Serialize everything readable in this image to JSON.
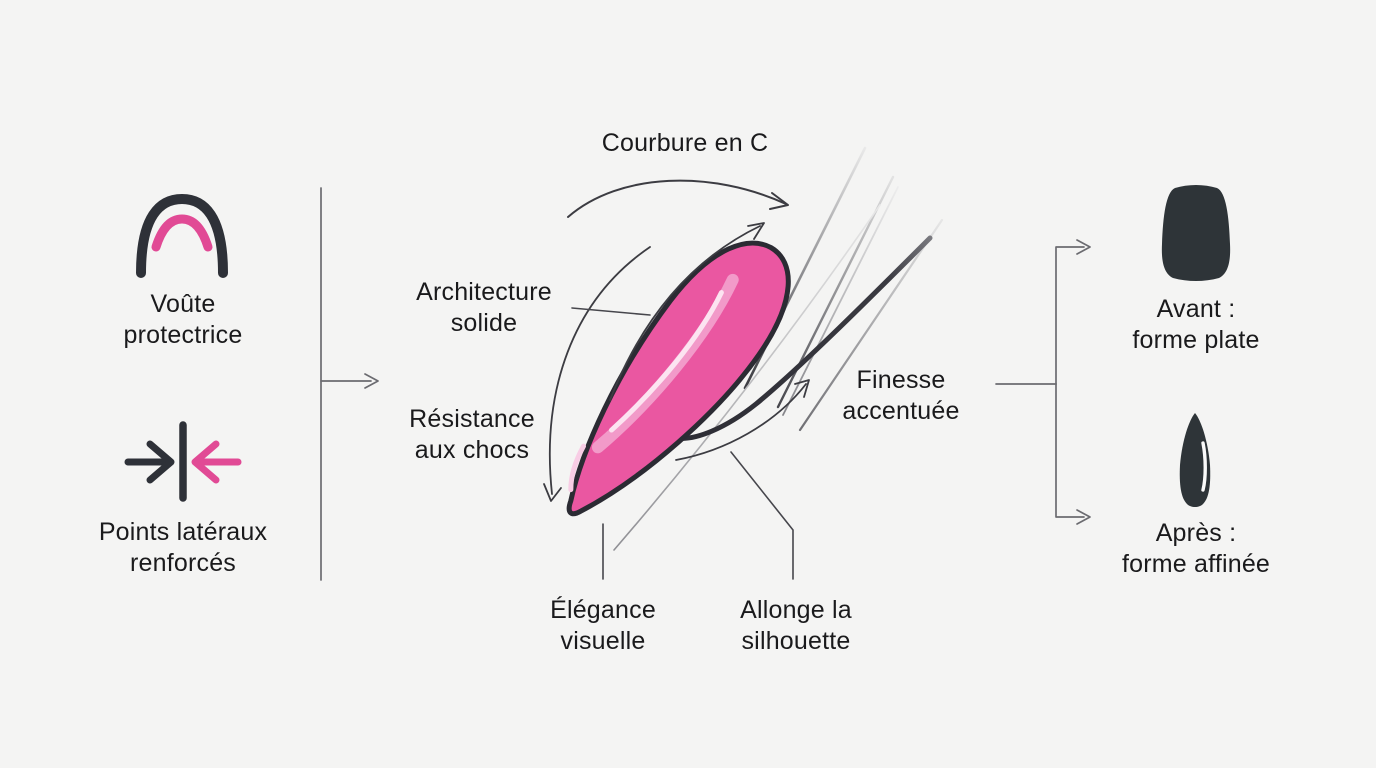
{
  "diagram_title": "Courbure en C",
  "colors": {
    "background": "#f4f4f3",
    "accent_pink": "#e14a95",
    "nail_pink_light": "#ea57a1",
    "nail_pink_dark": "#d63d88",
    "dark_ink": "#2e3138",
    "text": "#1a1a1c",
    "line_gray": "#6b6b70"
  },
  "labels": {
    "curve_title": "Courbure en C",
    "arch": "Voûte\nprotectrice",
    "points": "Points latéraux\nrenforcés",
    "architecture": "Architecture\nsolide",
    "resistance": "Résistance\naux chocs",
    "elegance": "Élégance\nvisuelle",
    "allonge": "Allonge la\nsilhouette",
    "finesse": "Finesse\naccentuée",
    "before": "Avant :\nforme plate",
    "after": "Après :\nforme affinée"
  },
  "left_panel": {
    "items": [
      {
        "icon": "arch-icon",
        "label": "Voûte\nprotectrice"
      },
      {
        "icon": "converging-arrows-icon",
        "label": "Points latéraux\nrenforcés"
      }
    ]
  },
  "right_panel": {
    "before": {
      "icon": "flat-nail-icon",
      "label": "Avant :\nforme plate"
    },
    "after": {
      "icon": "almond-nail-icon",
      "label": "Après :\nforme affinée"
    }
  }
}
